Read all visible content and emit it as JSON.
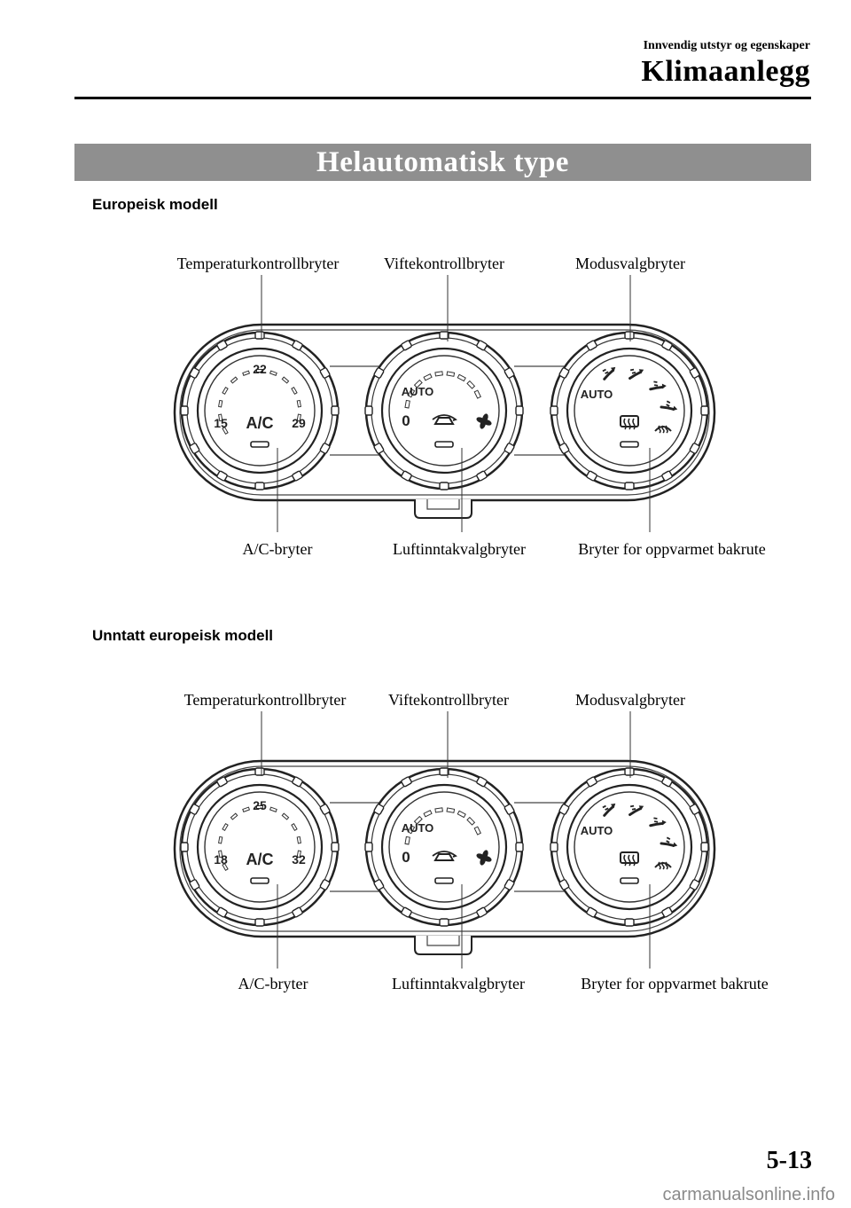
{
  "header": {
    "subtitle": "Innvendig utstyr og egenskaper",
    "title": "Klimaanlegg"
  },
  "section_title": "Helautomatisk type",
  "panels": [
    {
      "heading": "Europeisk modell",
      "labels": {
        "temperature": "Temperaturkontrollbryter",
        "fan": "Viftekontrollbryter",
        "mode": "Modusvalgbryter",
        "ac": "A/C-bryter",
        "intake": "Luftinntakvalgbryter",
        "rear_defrost": "Bryter for oppvarmet bakrute"
      },
      "temp_dial": {
        "low": "15",
        "mid": "22",
        "high": "29",
        "center": "A/C"
      },
      "fan_dial": {
        "auto": "AUTO",
        "zero": "0"
      },
      "mode_dial": {
        "auto": "AUTO"
      }
    },
    {
      "heading": "Unntatt europeisk modell",
      "labels": {
        "temperature": "Temperaturkontrollbryter",
        "fan": "Viftekontrollbryter",
        "mode": "Modusvalgbryter",
        "ac": "A/C-bryter",
        "intake": "Luftinntakvalgbryter",
        "rear_defrost": "Bryter for oppvarmet bakrute"
      },
      "temp_dial": {
        "low": "18",
        "mid": "25",
        "high": "32",
        "center": "A/C"
      },
      "fan_dial": {
        "auto": "AUTO",
        "zero": "0"
      },
      "mode_dial": {
        "auto": "AUTO"
      }
    }
  ],
  "page_number": "5-13",
  "watermark": "carmanualsonline.info"
}
